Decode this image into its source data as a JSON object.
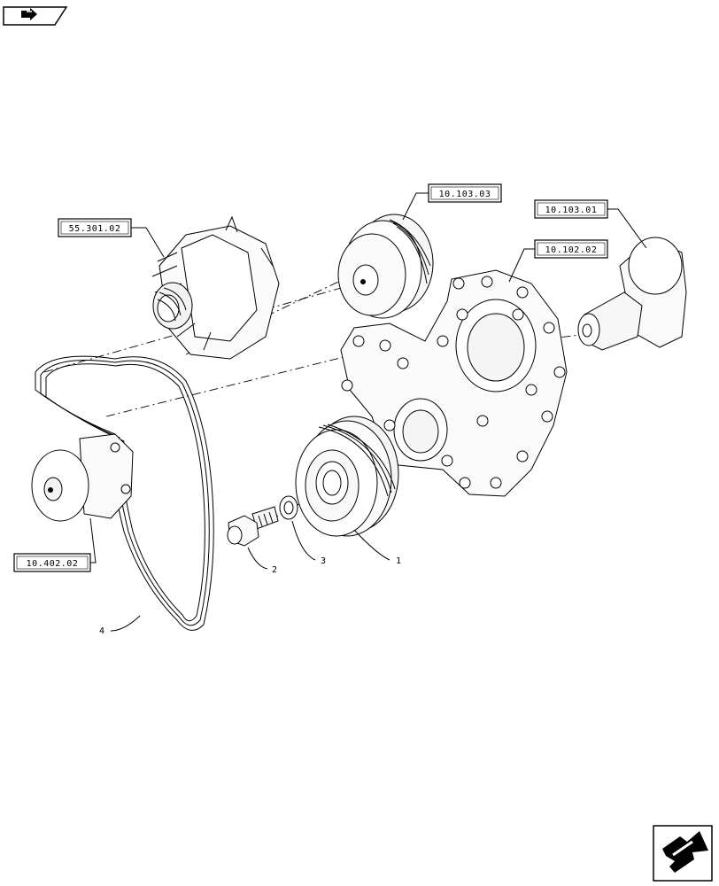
{
  "header": {
    "nav_icon": "section-arrow-icon"
  },
  "references": {
    "alternator": "55.301.02",
    "fan_pulley": "10.103.03",
    "crankshaft": "10.103.01",
    "timing_cover": "10.102.02",
    "water_pump": "10.402.02"
  },
  "items": {
    "damper_pulley": "1",
    "screw": "2",
    "washer": "3",
    "belt": "4"
  },
  "footer": {
    "nav_icon": "return-arrow-icon"
  }
}
